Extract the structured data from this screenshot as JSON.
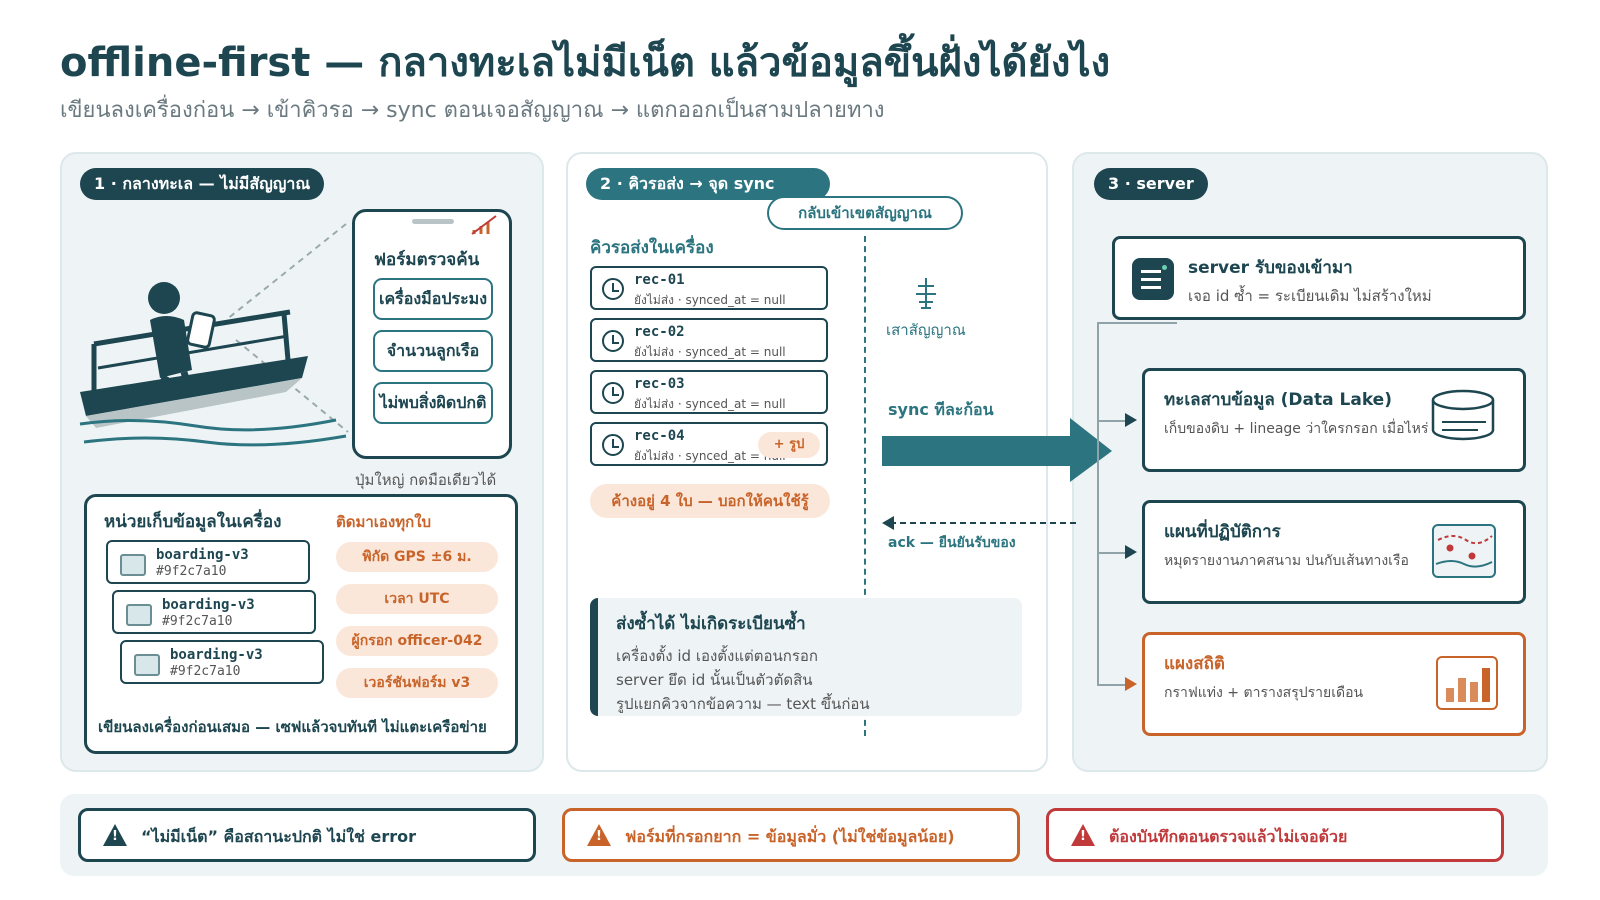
{
  "header": {
    "title": "offline-first — กลางทะเลไม่มีเน็ต แล้วข้อมูลขึ้นฝั่งได้ยังไง",
    "subtitle": "เขียนลงเครื่องก่อน → เข้าคิวรอ → sync ตอนเจอสัญญาณ → แตกออกเป็นสามปลายทาง"
  },
  "panel1": {
    "label": "1 · กลางทะเล — ไม่มีสัญญาณ",
    "phone": {
      "title": "ฟอร์มตรวจค้น",
      "buttons": [
        "เครื่องมือประมง",
        "จำนวนลูกเรือ",
        "ไม่พบสิ่งผิดปกติ"
      ],
      "caption": "ปุ่มใหญ่ กดมือเดียวได้"
    },
    "storage": {
      "title": "หน่วยเก็บข้อมูลในเครื่อง",
      "attach_title": "ติดมาเองทุกใบ",
      "cards": [
        {
          "name": "boarding-v3",
          "hash": "#9f2c7a10"
        },
        {
          "name": "boarding-v3",
          "hash": "#9f2c7a10"
        },
        {
          "name": "boarding-v3",
          "hash": "#9f2c7a10"
        }
      ],
      "tags": [
        "พิกัด GPS ±6 ม.",
        "เวลา UTC",
        "ผู้กรอก officer-042",
        "เวอร์ชันฟอร์ม v3"
      ],
      "footer": "เขียนลงเครื่องก่อนเสมอ — เซฟแล้วจบทันที ไม่แตะเครือข่าย"
    }
  },
  "panel2": {
    "label": "2 · คิวรอส่ง → จุด sync",
    "reconnect": "กลับเข้าเขตสัญญาณ",
    "queue_title": "คิวรอส่งในเครื่อง",
    "records": [
      {
        "id": "rec-01",
        "status": "ยังไม่ส่ง · synced_at = null"
      },
      {
        "id": "rec-02",
        "status": "ยังไม่ส่ง · synced_at = null"
      },
      {
        "id": "rec-03",
        "status": "ยังไม่ส่ง · synced_at = null"
      },
      {
        "id": "rec-04",
        "status": "ยังไม่ส่ง · synced_at = null"
      }
    ],
    "photo_badge": "+ รูป",
    "pending": "ค้างอยู่ 4 ใบ — บอกให้คนใช้รู้",
    "tower_label": "เสาสัญญาณ",
    "sync_label": "sync ทีละก้อน",
    "ack_label": "ack — ยืนยันรับของ",
    "dedup": {
      "title": "ส่งซ้ำได้ ไม่เกิดระเบียนซ้ำ",
      "lines": [
        "เครื่องตั้ง id เองตั้งแต่ตอนกรอก",
        "server ยึด id นั้นเป็นตัวตัดสิน",
        "รูปแยกคิวจากข้อความ — text ขึ้นก่อน"
      ]
    }
  },
  "panel3": {
    "label": "3 · server",
    "server": {
      "title": "server รับของเข้ามา",
      "subtitle": "เจอ id ซ้ำ = ระเบียนเดิม ไม่สร้างใหม่"
    },
    "destinations": [
      {
        "title": "ทะเลสาบข้อมูล (Data Lake)",
        "subtitle": "เก็บของดิบ + lineage ว่าใครกรอก เมื่อไหร่",
        "icon": "database-icon"
      },
      {
        "title": "แผนที่ปฏิบัติการ",
        "subtitle": "หมุดรายงานภาคสนาม ปนกับเส้นทางเรือ",
        "icon": "map-icon"
      },
      {
        "title": "แผงสถิติ",
        "subtitle": "กราฟแท่ง + ตารางสรุปรายเดือน",
        "icon": "bar-chart-icon"
      }
    ]
  },
  "warnings": [
    {
      "text": "“ไม่มีเน็ต” คือสถานะปกติ ไม่ใช่ error",
      "color": "#1d4650"
    },
    {
      "text": "ฟอร์มที่กรอกยาก = ข้อมูลมั่ว (ไม่ใช่ข้อมูลน้อย)",
      "color": "#c8642a"
    },
    {
      "text": "ต้องบันทึกตอนตรวจแล้วไม่เจอด้วย",
      "color": "#c0393b"
    }
  ],
  "colors": {
    "navy": "#1d4650",
    "teal": "#2c7580",
    "orange": "#c8642a",
    "red": "#c0393b",
    "panel_bg": "#eef4f5"
  }
}
